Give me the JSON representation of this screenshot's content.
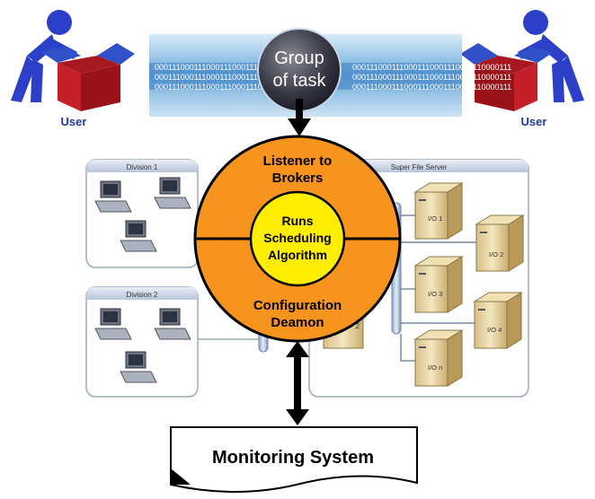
{
  "users": {
    "left_label": "User",
    "right_label": "User"
  },
  "banner": {
    "binary_text": "0001110001110001110001110001110000111",
    "title_line1": "Group",
    "title_line2": "of task"
  },
  "center": {
    "top_line1": "Listener to",
    "top_line2": "Brokers",
    "inner_line1": "Runs",
    "inner_line2": "Scheduling",
    "inner_line3": "Algorithm",
    "bottom_line1": "Configuration",
    "bottom_line2": "Deamon"
  },
  "divisions": {
    "division1": "Division 1",
    "division2": "Division 2"
  },
  "file_server": {
    "title": "Super File Server",
    "servers": [
      "I/O 1",
      "I/O 2",
      "I/O 3",
      "I/O 4",
      "I/O n"
    ],
    "hidden_label": "2"
  },
  "monitoring": {
    "label": "Monitoring System"
  },
  "colors": {
    "user_blue": "#2b3fc8",
    "box_red": "#d0202a",
    "orange": "#f7941d",
    "inner_yellow": "#ffee00",
    "panel_border": "#9aa8bf"
  }
}
